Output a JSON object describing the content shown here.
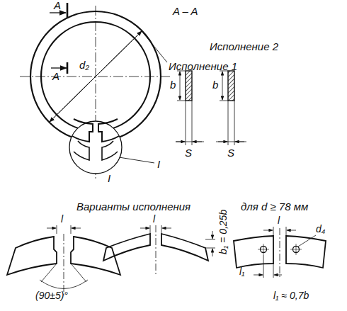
{
  "diagram": {
    "labels": [
      "A",
      "A – A",
      "Исполнение 2",
      "A",
      "d₂",
      "Исполнение 1",
      "b",
      "b",
      "S",
      "S",
      "I",
      "I",
      "Варианты исполнения",
      "l",
      "l",
      "l",
      "(90±5)°",
      "b₁ = 0,25b",
      "для d ≥ 78 мм",
      "d₄",
      "l₁",
      "l₁ ≈ 0,7b"
    ]
  }
}
